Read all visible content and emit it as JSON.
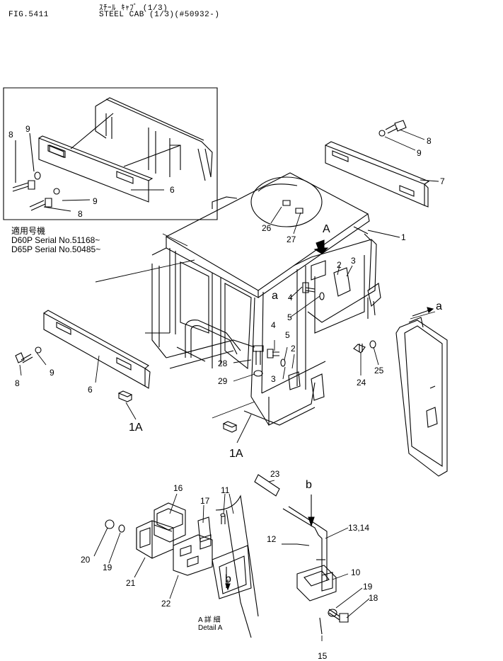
{
  "header": {
    "fig_no": "FIG.5411",
    "title_jp": "ｽﾁｰﾙ ｷｬﾌﾞ (1/3)",
    "title_en": "STEEL CAB (1/3)(#50932-)"
  },
  "applicability": {
    "heading": "適用号機",
    "lines": [
      "D60P  Serial  No.51168~",
      "D65P  Serial  No.50485~"
    ]
  },
  "callouts": {
    "c1": "1",
    "c2": "2",
    "c2b": "2",
    "c3": "3",
    "c3b": "3",
    "c4": "4",
    "c4b": "4",
    "c5": "5",
    "c5b": "5",
    "c6": "6",
    "c6b": "6",
    "c7": "7",
    "c8a": "8",
    "c8b": "8",
    "c8c": "8",
    "c8d": "8",
    "c9a": "9",
    "c9b": "9",
    "c9c": "9",
    "c9d": "9",
    "c10": "10",
    "c11": "11",
    "c12": "12",
    "c13": "13,14",
    "c15": "15",
    "c16": "16",
    "c17": "17",
    "c18": "18",
    "c19": "19",
    "c19b": "19",
    "c20": "20",
    "c21": "21",
    "c22": "22",
    "c23": "23",
    "c24": "24",
    "c25": "25",
    "c26": "26",
    "c27": "27",
    "c28": "28",
    "c29": "29",
    "c1A_left": "1A",
    "c1A_right": "1A",
    "view_A": "A",
    "ref_a_left": "a",
    "ref_a_right": "a",
    "ref_b_top": "b",
    "ref_b_detail": "b"
  },
  "detail": {
    "label_jp": "A 詳 細",
    "label_en": "Detail A"
  }
}
